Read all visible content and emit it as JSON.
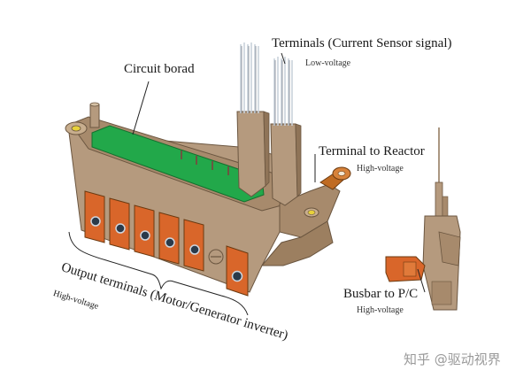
{
  "labels": {
    "circuit_board": "Circuit borad",
    "terminals_sensor": "Terminals (Current Sensor signal)",
    "terminals_sensor_sub": "Low-voltage",
    "terminal_reactor": "Terminal to Reactor",
    "terminal_reactor_sub": "High-voltage",
    "busbar_pc": "Busbar to P/C",
    "busbar_pc_sub": "High-voltage",
    "output_terminals": "Output terminals (Motor/Generator inverter)",
    "output_terminals_sub": "High-voltage"
  },
  "watermark": "知乎 @驱动视界",
  "colors": {
    "housing": "#b59a7e",
    "housing_dark": "#8f7458",
    "board": "#22a84a",
    "copper": "#d9662a",
    "pins": "#c9d2db"
  }
}
